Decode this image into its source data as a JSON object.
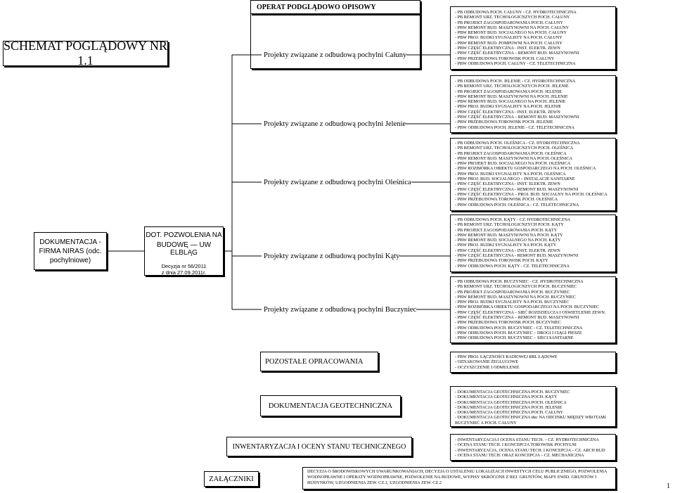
{
  "schema_title": "SCHEMAT POGLĄDOWY NR 1.1",
  "header_title": "OPERAT PODGLĄDOWO OPISOWY",
  "documentation_box": "DOKUMENTACJA - FIRMA NIRAS (odc. pochylniowe)",
  "decision_box": {
    "line1": "DOT. POZWOLENIA NA",
    "line2": "BUDOWĘ — UW ELBLĄG",
    "line3": "Decyzja nr 56/2011",
    "line4": "z dnia 27.09.2011r."
  },
  "projects": [
    {
      "label": "Projekty związane z odbudową pochylni Całuny",
      "items": [
        "- PB ODBUDOWA POCH. CAŁUNY - CZ. HYDROTECHNICZNA",
        "- PB REMONT URZ. TECHOLOGICNZYCH POCH. CAŁUNY",
        "- PB PROJEKT ZAGOSPODAROWANIA POCH. CAŁUNY",
        "- PBW REMONT BUD. MASZYNOWNI NA POCH. CAŁUNY",
        "- PBW REMONT BUD. SOCJALNEGO NA POCH. CAŁUNY",
        "- PBW PROJ. BUDKI SYGNALISTY NA POCH. CAŁUNY",
        "- PBW REMONT BUD. POMPOWNI NA POCH. CAŁUNY",
        "- PBW CZĘŚĆ ELEKTRYCZNA - INST. ELEKTR. ZEWN",
        "- PBW CZĘŚĆ ELEKTRYCZNA – REMONT BUD. MASZYNOWNI",
        "- PBW PRZEBUDOWA TOROWISK POCH. CAŁUNY",
        "- PBW ODBUDOWA POCH. CAŁUNY - CZ. TELETECHNICZNA"
      ]
    },
    {
      "label": "Projekty związane z odbudową pochylni Jelenie",
      "items": [
        "- PB ODBUDOWA POCH. JELENIE - CZ. HYDROTECHNICZNA",
        "- PB REMONT URZ. TECHOLOGICNZYCH POCH. JELENIE",
        "- PB PROJEKT ZAGOSPODAROWANIA POCH. JELENIE",
        "- PBW REMONT BUD. MASZYNOWNI NA POCH. JELENIE",
        "- PBW REMONT BUD. SOCJALNEGO NA POCH. JELENIE",
        "- PBW PROJ. BUDKI SYGNALISTY NA POCH. JELENIE",
        "- PBW CZĘŚĆ ELEKTRYCZNA - INST. ELEKTR. ZEWN",
        "- PBW CZĘŚĆ ELEKTRYCZNA – REMONT BUD. MASZYNOWNI",
        "- PBW PRZEBUDOWA TOROWISK POCH. JELENIE",
        "- PBW ODBUDOWA POCH. JELENIE - CZ. TELETECHNICZNA"
      ]
    },
    {
      "label": "Projekty związane z odbudową pochylni Oleśnica",
      "items": [
        "- PB ODBUDOWA POCH. OLEŚNICA - CZ. HYDROTECHNICZNA",
        "- PB REMONT URZ. TECHOLOGICNZYCH POCH. OLEŚNICA",
        "- PB PROJEKT ZAGOSPODAROWANIA POCH. OLEŚNICA",
        "- PBW REMONT BUD. MASZYNOWNI NA POCH. OLEŚNICA",
        "- PBW PROJEKT BUD. SOCJALNEGO NA POCH. OLEŚNICA",
        "- PBW ROZBIÓRKA OBIEKTU GOSPODARCZEGO NA POCH. OLEŚNICA",
        "- PBW PROJ. BUDKI SYGNALISTY NA POCH. OLEŚNICA",
        "- PBW PROJ. BUD. SOCJALNEGO – INSTALACJE SANITARNE",
        "- PBW CZĘŚĆ ELEKTRYCZNA - INST. ELEKTR. ZEWN",
        "- PBW CZĘŚĆ ELEKTRYCZNA - REMONT BUD. MASZYNOWNI",
        "- PBW CZĘŚĆ ELEKTRYCZNA – PROJ. BUD. SOCJALNY NA POCH. OLEŚNICA",
        "- PBW PRZEBUDOWA TOROWISK POCH. OLEŚNICA",
        "- PBW ODBUDOWA POCH. OLEŚNICA - CZ. TELETECHNICZNA"
      ]
    },
    {
      "label": "Projekty związane z odbudową pochylni Kąty",
      "items": [
        "- PB ODBUDOWA POCH. KĄTY - CZ. HYDROTECHNICZNA",
        "- PB REMONT URZ. TECHOLOGICNZYCH POCH. KĄTY",
        "- PB PROJEKT ZAGOSPODAROWANIA POCH. KĄTY",
        "- PBW REMONT BUD. MASZYNOWNI NA POCH. KĄTY",
        "- PBW REMONT BUD. SOCJALNEGO NA POCH. KĄTY",
        "- PBW PROJ. BUDKI SYGNALISTY NA POCH. KĄTY",
        "- PBW CZĘŚĆ ELEKTRYCZNA - INST. ELEKTR. ZEWN",
        "- PBW CZĘŚĆ ELEKTRYCZNA - REMONT BUD. MASZYNOWNI",
        "- PBW PRZEBUDOWA TOROWISK POCH. KĄTY",
        "- PBW ODBUDOWA POCH. KĄTY - CZ. TELETECHNICZNA"
      ]
    },
    {
      "label": "Projekty związane z odbudową pochylni Buczyniec",
      "items": [
        "- PB ODBUDOWA POCH. BUCZYNIEC - CZ. HYDROTECHNICZNA",
        "- PB REMONT URZ. TECHOLOGICNZYCH POCH. BUCZYNIEC",
        "- PB PROJEKT ZAGOSPODAROWANIA POCH. BUCZYNIEC",
        "- PBW REMONT BUD. MASZYNOWNI NA POCH. BUCZYNIEC",
        "- PBW PROJ. BUDKI SYGNALISTY NA POCH. BUCZYNIEC",
        "- PBW ROZBIÓRKA OBIEKTU GOSPODARCZEGO NA POCH. BUCZYNIEC",
        "- PBW CZĘŚĆ ELEKTRYCZNA – SIEĆ ROZDZIELCZA I OŚWIETLENIE ZEWN.",
        "- PBW CZĘŚĆ ELEKTRYCZNA – REMONT BUD. MASZYNOWNI",
        "- PBW PRZEBUDOWA TOROWISK POCH. BUCZYNIEC",
        "- PBW ODBUDOWA POCH. BUCZYNIEC - CZ. TELETECHNICZNA",
        "- PBW ODBUDOWA POCH. BUCZYNIEC – DROGI I CIĄGI PIESZE",
        "- PBW ODBUDOWA POCH. BUCZYNIEC – SIECI SANITARNE"
      ]
    }
  ],
  "other": {
    "label": "POZOSTAŁE OPRACOWANIA",
    "items": [
      "- PBW PROJ. ŁĄCZNOŚCI RADIOWEJ RRL ŁĄDOWE",
      "- OZNAKOWANIE ŻEGLUGOWE",
      "- OCZYSZCZENIE I ODMULENIE"
    ]
  },
  "geo": {
    "label": "DOKUMENTACJA GEOTECHNICZNA",
    "items": [
      "- DOKUMENTACJA GEOTECHNICZNA POCH. BUCZYNIEC",
      "- DOKUMENTACJA GEOTECHNICZNA POCH. KĄTY",
      "- DOKUMENTACJA GEOTECHNICZNA POCH. OLEŚNICA",
      "- DOKUMENTACJA GEOTECHNICZNA POCH. JELENIE",
      "- DOKUMENTACJA GEOTECHNICZNA POCH. CAŁUNY",
      "- DOKUMENTACJA GEOTECHNICZNA t&c NA ODCINKU MIĘDZY WROTAMI BUCZYNIEC A POCH. CAŁUNY"
    ]
  },
  "inventory": {
    "label": "INWENTARYZACJA I OCENY STANU TECHNICZNEGO",
    "items": [
      "- INWENTARYZACJA I OCENA STANU TECH. – CZ. HYDROTECHNICZNA",
      "- OCENA STANU TECH. I KONCEPCJA TOROWISK POCHYLNI",
      "- INWENTARYZACJA, OCENA STANU TECH. I KONCEPCJA – CZ. ARCH BUD",
      "- OCENA STANU TECH. ORAZ KONCEPCJA – CZ. MECHANICZNA"
    ]
  },
  "attachments": {
    "label": "ZAŁĄCZNIKI",
    "text": "DECYZJA O ŚRODOWISKOWYCH UWARUNKOWANIACH, DECYZJA O USTALENIU LOKALIZACJI INWESTYCJI CELU PUBLICZNEGO, POZWOLENIA WODNOPRAWNE I OPERATY WODNOPRAWNE, POZWOLENIE NA BUDOWE, WYPISY SKRÓCONE Z REJ. GRUNTÓW, MAPY EWID. GRUNTÓW I BUDYNKÓW, UZGODNIENIA ZEW. CZ.1, UZGODNIENIA ZEW. CZ.2"
  },
  "page_number": "1"
}
